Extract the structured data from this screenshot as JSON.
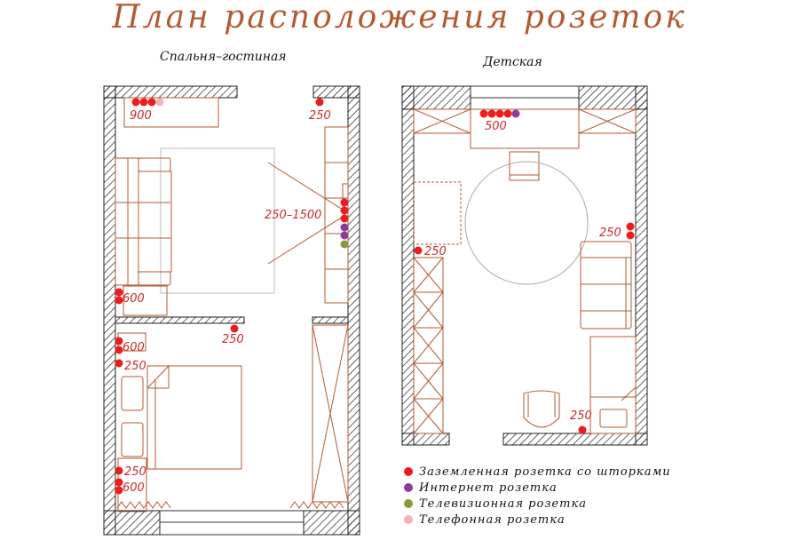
{
  "title": "План расположения розеток",
  "colors": {
    "wall_outline": "#333333",
    "furniture": "#b35a32",
    "grounded": "#ee1c1c",
    "internet": "#8e3a9e",
    "tv": "#8a9a3a",
    "phone": "#f2b4b8",
    "label": "#cc2a2a",
    "carpet": "#bbbbbb"
  },
  "rooms": [
    {
      "name": "Спальня–гостиная",
      "labels": [
        "900",
        "250",
        "250–1500",
        "600",
        "250",
        "600",
        "250",
        "250",
        "600"
      ]
    },
    {
      "name": "Детская",
      "labels": [
        "500",
        "250",
        "250",
        "250"
      ]
    }
  ],
  "legend": [
    {
      "label": "Заземленная розетка со шторками",
      "color": "#ee1c1c"
    },
    {
      "label": "Интернет розетка",
      "color": "#8e3a9e"
    },
    {
      "label": "Телевизионная розетка",
      "color": "#8a9a3a"
    },
    {
      "label": "Телефонная розетка",
      "color": "#f2b4b8"
    }
  ]
}
